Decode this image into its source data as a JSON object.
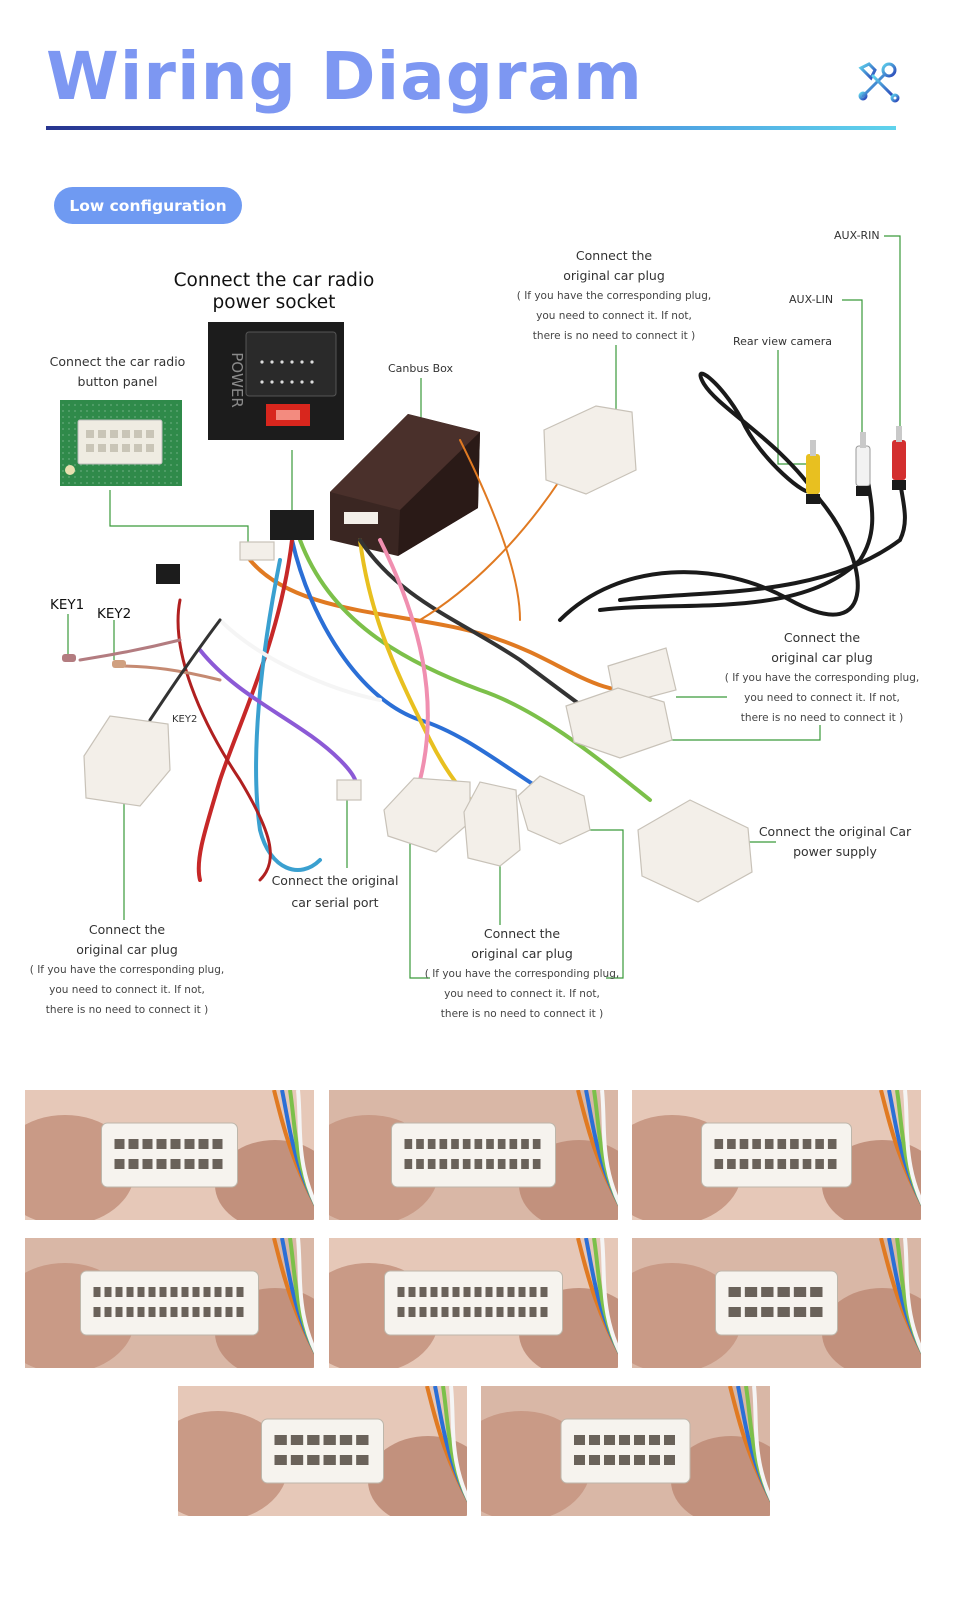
{
  "header": {
    "title": "Wiring Diagram",
    "icon": "tools-icon",
    "rule_colors": [
      "#27358f",
      "#3d6fd8",
      "#5fd3ec"
    ]
  },
  "config_badge": "Low configuration",
  "callouts": {
    "power_socket": {
      "line1": "Connect the car radio",
      "line2": "power socket"
    },
    "power_label": "POWER",
    "button_panel": {
      "line1": "Connect the car radio",
      "line2": "button panel"
    },
    "canbus": "Canbus Box",
    "plug_top": {
      "line1": "Connect the",
      "line2": "original car plug",
      "note1": "( If you have the corresponding plug,",
      "note2": "you need to connect it. If not,",
      "note3": "there is no need to connect it )"
    },
    "aux_rin": "AUX-RIN",
    "aux_lin": "AUX-LIN",
    "rear_camera": "Rear view camera",
    "key1": "KEY1",
    "key2": "KEY2",
    "key2_small": "KEY2",
    "plug_right": {
      "line1": "Connect the",
      "line2": "original car plug",
      "note1": "( If you have the corresponding plug,",
      "note2": "you need to connect it. If not,",
      "note3": "there is no need to connect it )"
    },
    "power_supply": {
      "line1": "Connect the original Car",
      "line2": "power supply"
    },
    "serial_port": {
      "line1": "Connect the original",
      "line2": "car serial port"
    },
    "plug_left": {
      "line1": "Connect the",
      "line2": "original car plug",
      "note1": "( If you have the corresponding plug,",
      "note2": "you need to connect it. If not,",
      "note3": "there is no need to connect it )"
    },
    "plug_bottom": {
      "line1": "Connect the",
      "line2": "original car plug",
      "note1": "( If you have the corresponding plug,",
      "note2": "you need to connect it. If not,",
      "note3": "there is no need to connect it )"
    }
  },
  "colors": {
    "title": "#7d97f2",
    "badge": "#6f9af2",
    "leader_line": "#3a9a3a",
    "connector": "#f3efe9"
  },
  "photos": [
    {
      "name": "connector-photo-1",
      "connector_pins": 16
    },
    {
      "name": "connector-photo-2",
      "connector_pins": 24
    },
    {
      "name": "connector-photo-3",
      "connector_pins": 20
    },
    {
      "name": "connector-photo-4",
      "connector_pins": 28
    },
    {
      "name": "connector-photo-5",
      "connector_pins": 28
    },
    {
      "name": "connector-photo-6",
      "connector_pins": 12
    },
    {
      "name": "connector-photo-7",
      "connector_pins": 12
    },
    {
      "name": "connector-photo-8",
      "connector_pins": 14
    }
  ]
}
